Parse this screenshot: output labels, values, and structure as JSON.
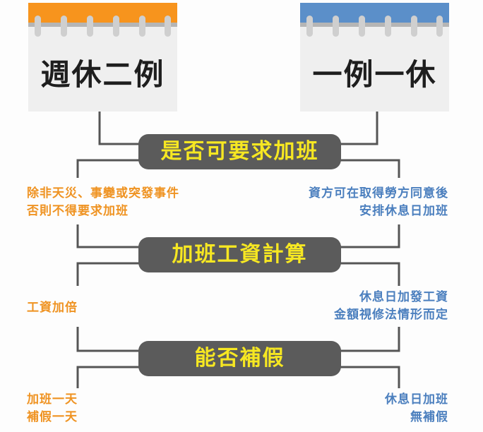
{
  "colors": {
    "orange": "#f7941d",
    "blue": "#5b8fc9",
    "pill": "#5b5b5b",
    "pill_text": "#f6e722",
    "left_text": "#ef9322",
    "right_text": "#4b7fbe",
    "line": "#555555"
  },
  "calendars": {
    "left": "週休二例",
    "right": "一例一休"
  },
  "sections": [
    {
      "question": "是否可要求加班",
      "left": [
        "除非天災、事變或突發事件",
        "否則不得要求加班"
      ],
      "right": [
        "資方可在取得勞方同意後",
        "安排休息日加班"
      ]
    },
    {
      "question": "加班工資計算",
      "left": [
        "工資加倍"
      ],
      "right": [
        "休息日加發工資",
        "金額視修法情形而定"
      ]
    },
    {
      "question": "能否補假",
      "left": [
        "加班一天",
        "補假一天"
      ],
      "right": [
        "休息日加班",
        "無補假"
      ]
    }
  ]
}
